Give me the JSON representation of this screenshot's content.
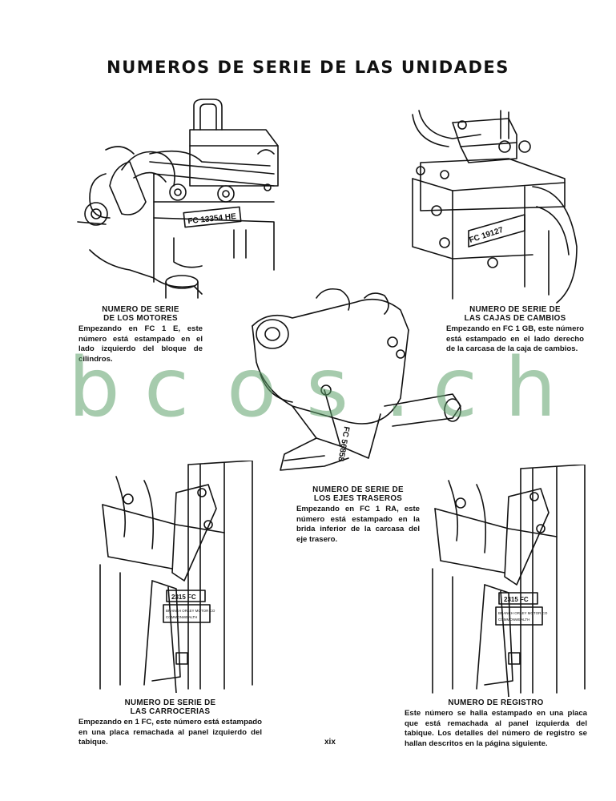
{
  "page": {
    "title": "NUMEROS DE SERIE DE LAS UNIDADES",
    "page_number": "xix"
  },
  "watermark": {
    "text": "bcos.ch",
    "chars": [
      "b",
      "c",
      "o",
      "s",
      ".",
      "c",
      "h"
    ],
    "color": "#5ca06a"
  },
  "stamps": {
    "engine": "FC 13354 HE",
    "gearbox": "FC 19127",
    "axle": "FC 56858",
    "body_plate": "2315 FC",
    "reg_plate": "2315 FC",
    "plate_text_1": "BRANCH ORLEY MOTOR CO",
    "plate_text_2": "COMMONWEALTH"
  },
  "sections": {
    "motores": {
      "heading": "NUMERO DE SERIE\nDE LOS MOTORES",
      "body": "Empezando en FC 1 E, este número está estampado en el lado izquierdo del bloque de cilindros."
    },
    "cajas": {
      "heading": "NUMERO DE SERIE DE\nLAS CAJAS DE CAMBIOS",
      "body": "Empezando en FC 1 GB, este número está estampado en el lado derecho de la carcasa de la caja de cambios."
    },
    "ejes": {
      "heading": "NUMERO DE SERIE DE\nLOS EJES TRASEROS",
      "body": "Empezando en FC 1 RA, este número está estampado en la brida inferior de la carcasa del eje trasero."
    },
    "carrocerias": {
      "heading": "NUMERO DE SERIE DE\nLAS CARROCERIAS",
      "body": "Empezando en 1 FC, este número está estampado en una placa remachada al panel izquierdo del tabique."
    },
    "registro": {
      "heading": "NUMERO DE REGISTRO",
      "body": "Este número se halla estampado en una placa que está remachada al panel izquierda del tabique. Los detalles del número de registro se hallan descritos en la página siguiente."
    }
  }
}
